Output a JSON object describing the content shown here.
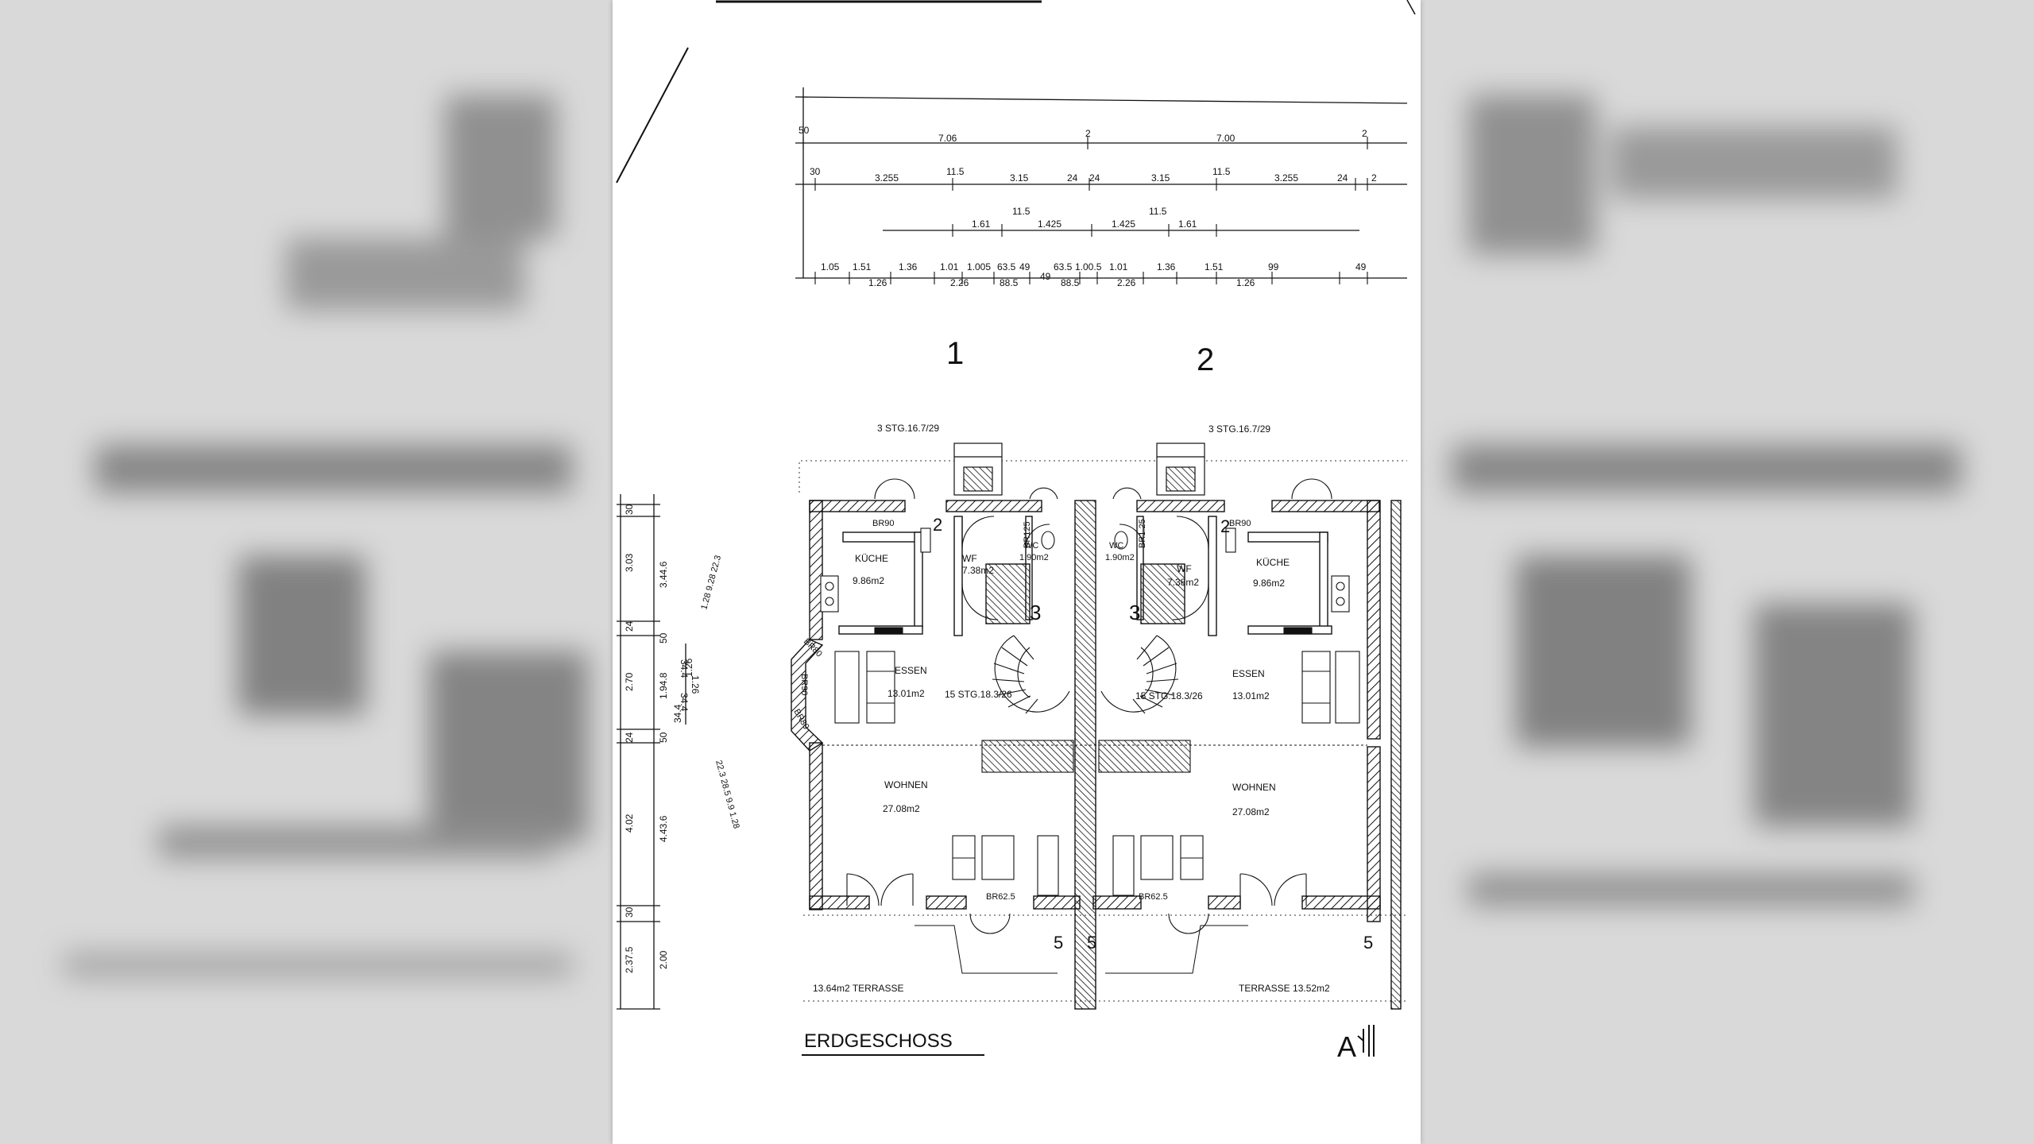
{
  "plan": {
    "title": "ERDGESCHOSS",
    "north_mark": "A",
    "house_numbers": [
      "1",
      "2"
    ],
    "dims_top": {
      "row1": [
        "50",
        "7.06",
        "2",
        "7.00",
        "2"
      ],
      "row2": [
        "30",
        "3.255",
        "11.5",
        "3.15",
        "24",
        "24",
        "3.15",
        "11.5",
        "3.255",
        "24",
        "2"
      ],
      "row3": [
        "1.61",
        "11.5",
        "1.425",
        "1.425",
        "11.5",
        "1.61"
      ],
      "row4a": [
        "1.05",
        "1.51",
        "1.36",
        "1.01",
        "1.005",
        "63.5",
        "49",
        "49",
        "63.5",
        "1.00.5",
        "1.01",
        "1.36",
        "1.51",
        "99",
        "49"
      ],
      "row4b": [
        "1.26",
        "2.26",
        "88.5",
        "88.5",
        "2.26",
        "1.26"
      ]
    },
    "dims_left": {
      "outer": [
        "30",
        "3.03",
        "24",
        "2.70",
        "24",
        "4.02",
        "30",
        "2.37.5"
      ],
      "inner": [
        "3.44.6",
        "50",
        "1.94.8",
        "50",
        "4.43.6",
        "2.00"
      ],
      "small": [
        "34.4",
        "1.26",
        "34.4",
        "1.26",
        "34.4"
      ],
      "diag_upper": "1.28  9.28  22.3",
      "diag_lower": "22.3  28.5  9.9  1.28"
    },
    "stairs_top": [
      "3 STG.16.7/29",
      "3 STG.16.7/29"
    ],
    "stairs_main": [
      "15 STG.18.3/26",
      "15 STG.18.3/26"
    ],
    "rooms": {
      "kueche_l": "KÜCHE",
      "kueche_l_area": "9.86m2",
      "kueche_r": "KÜCHE",
      "kueche_r_area": "9.86m2",
      "wf_l": "WF",
      "wf_l_area": "7.38m2",
      "wf_r": "WF",
      "wf_r_area": "7.38m2",
      "wc_l": "WC",
      "wc_l_area": "1.90m2",
      "wc_r": "WC",
      "wc_r_area": "1.90m2",
      "essen_l": "ESSEN",
      "essen_l_area": "13.01m2",
      "essen_r": "ESSEN",
      "essen_r_area": "13.01m2",
      "wohnen_l": "WOHNEN",
      "wohnen_l_area": "27.08m2",
      "wohnen_r": "WOHNEN",
      "wohnen_r_area": "27.08m2"
    },
    "openings": {
      "br90_l": "BR90",
      "br90_r": "BR90",
      "br125_l": "BR125",
      "br125_r": "BR1.25",
      "br62_l": "BR62.5",
      "br62_r": "BR62.5",
      "bay_1": "BR80",
      "bay_2": "BR90",
      "bay_3": "BR80"
    },
    "markers": [
      "2",
      "2",
      "3",
      "3",
      "5",
      "5",
      "5"
    ],
    "terrace_l": "13.64m2 TERRASSE",
    "terrace_r": "TERRASSE 13.52m2"
  }
}
